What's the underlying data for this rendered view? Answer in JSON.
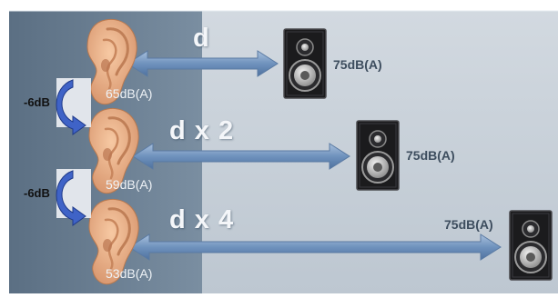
{
  "rows": [
    {
      "distance_label": "d",
      "ear_level": "65dB(A)",
      "speaker_level": "75dB(A)"
    },
    {
      "distance_label": "d x 2",
      "ear_level": "59dB(A)",
      "speaker_level": "75dB(A)"
    },
    {
      "distance_label": "d x 4",
      "ear_level": "53dB(A)",
      "speaker_level": "75dB(A)"
    }
  ],
  "step_changes": [
    {
      "label": "-6dB"
    },
    {
      "label": "-6dB"
    }
  ],
  "colors": {
    "left_panel": "#6f8396",
    "right_panel": "#c9d2db",
    "arrow": "#7b9cc3",
    "ear": "#e7ad82",
    "speaker": "#1b1b1d",
    "step_arrow": "#3f63c7"
  }
}
